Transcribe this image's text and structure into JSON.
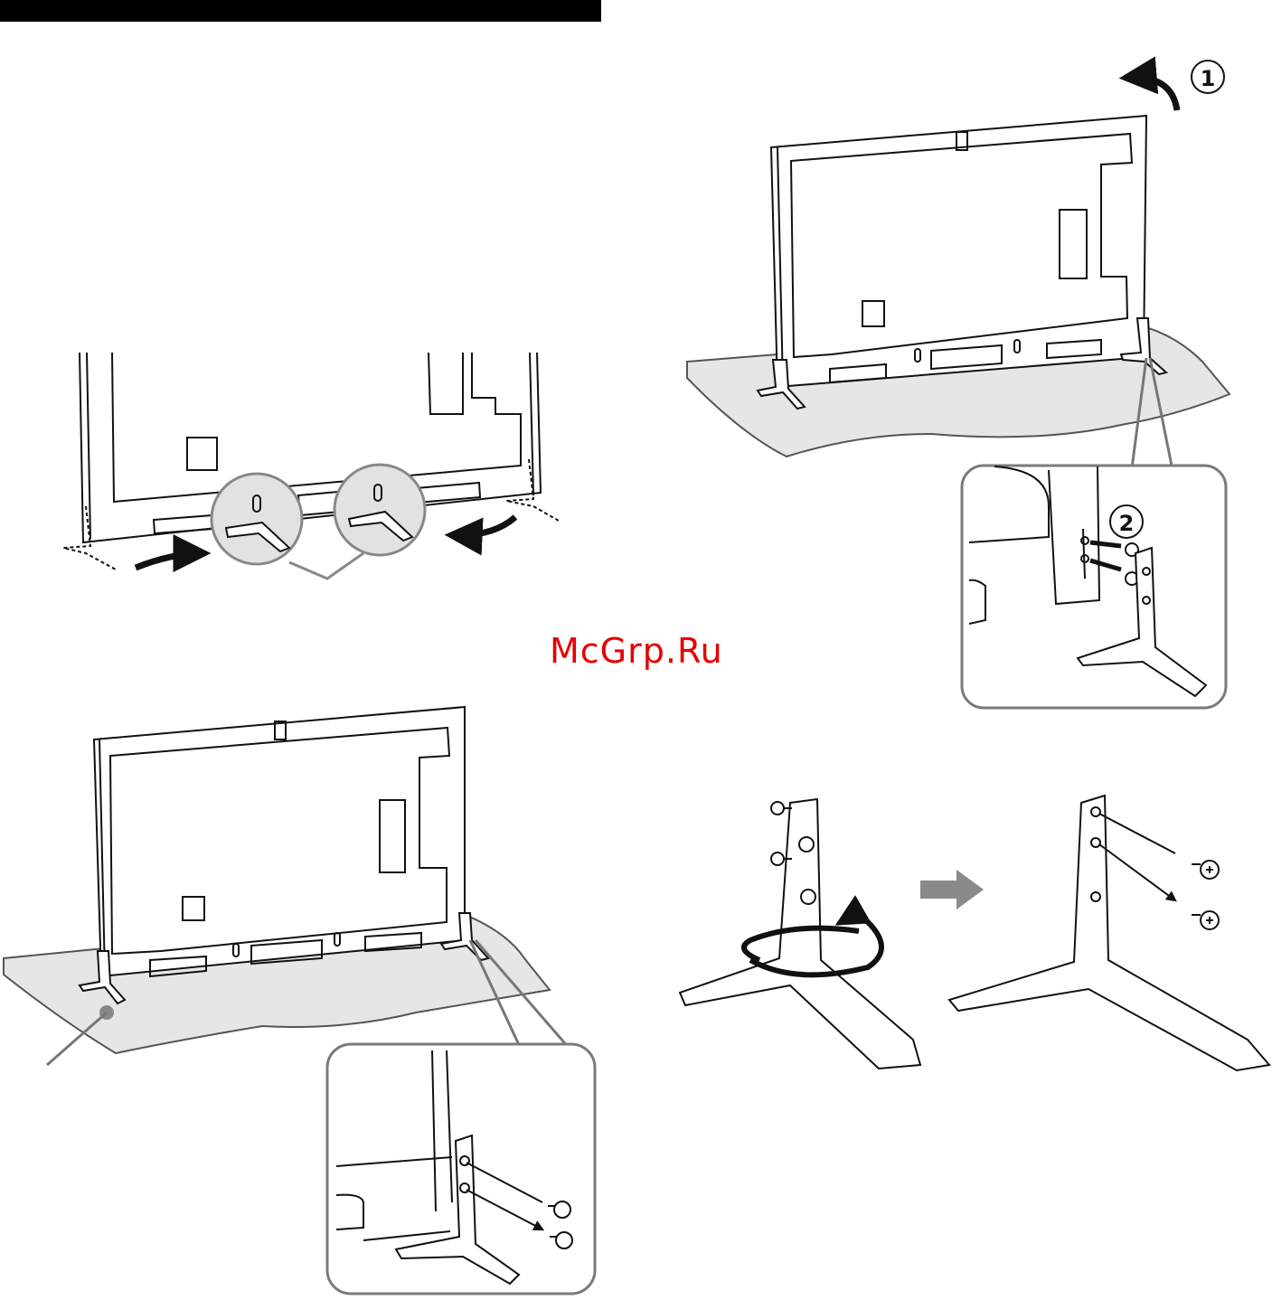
{
  "watermark": {
    "text": "McGrp.Ru"
  },
  "steps": {
    "rotate_marker": "1",
    "attach_marker": "2"
  },
  "colors": {
    "ink": "#111111",
    "surface": "#e6e6e6",
    "callout_border": "#7a7a7a",
    "watermark": "#e60000",
    "arrow_grey": "#8a8a8a"
  }
}
